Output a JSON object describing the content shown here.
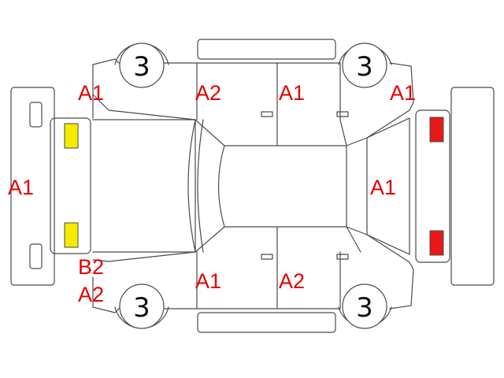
{
  "colors": {
    "outline": "#4a4a4a",
    "code_text": "#e30000",
    "headlight": "#f5ea00",
    "taillight": "#e61818"
  },
  "wheels": {
    "front_left": "3",
    "rear_left": "3",
    "front_right": "3",
    "rear_right": "3"
  },
  "codes": {
    "front_bumper": "A1",
    "front_left_fender": "A1",
    "front_left_door": "A2",
    "rear_left_door": "A1",
    "rear_left_quarter": "A1",
    "rear_panel": "A1",
    "front_right_fender_1": "B2",
    "front_right_fender_2": "A2",
    "front_right_door": "A1",
    "rear_right_door": "A2"
  },
  "icons": {
    "headlight": "yellow-rect",
    "taillight": "red-rect"
  }
}
